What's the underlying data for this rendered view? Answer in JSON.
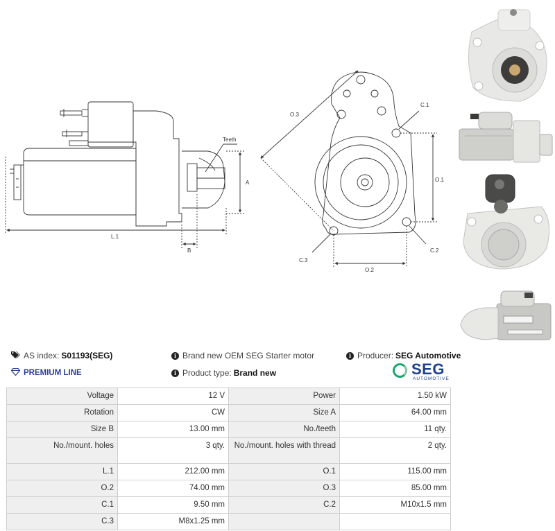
{
  "drawing_labels": {
    "teeth": "Teeth",
    "a": "A",
    "b": "B",
    "l1": "L.1",
    "o3": "O.3",
    "c1": "C.1",
    "o1": "O.1",
    "c3": "C.3",
    "c2": "C.2",
    "o2": "O.2"
  },
  "info": {
    "as_index_label": "AS index:",
    "as_index_value": "S01193(SEG)",
    "premium_line": "PREMIUM LINE",
    "description": "Brand new OEM SEG Starter motor",
    "product_type_label": "Product type:",
    "product_type_value": "Brand new",
    "producer_label": "Producer:",
    "producer_value": "SEG Automotive"
  },
  "logo": {
    "brand": "SEG",
    "sub": "AUTOMOTIVE",
    "color": "#1e3f8c",
    "accent": "#19a56b"
  },
  "icons": {
    "tag": "tag-icon",
    "diamond": "diamond-icon",
    "info": "info-icon"
  },
  "specs": [
    [
      "Voltage",
      "12 V",
      "Power",
      "1.50 kW"
    ],
    [
      "Rotation",
      "CW",
      "Size A",
      "64.00 mm"
    ],
    [
      "Size B",
      "13.00 mm",
      "No./teeth",
      "11 qty."
    ],
    [
      "No./mount. holes",
      "3 qty.",
      "No./mount. holes with thread",
      "2 qty."
    ],
    [
      "L.1",
      "212.00 mm",
      "O.1",
      "115.00 mm"
    ],
    [
      "O.2",
      "74.00 mm",
      "O.3",
      "85.00 mm"
    ],
    [
      "C.1",
      "9.50 mm",
      "C.2",
      "M10x1.5 mm"
    ],
    [
      "C.3",
      "M8x1.25 mm",
      "",
      ""
    ]
  ]
}
